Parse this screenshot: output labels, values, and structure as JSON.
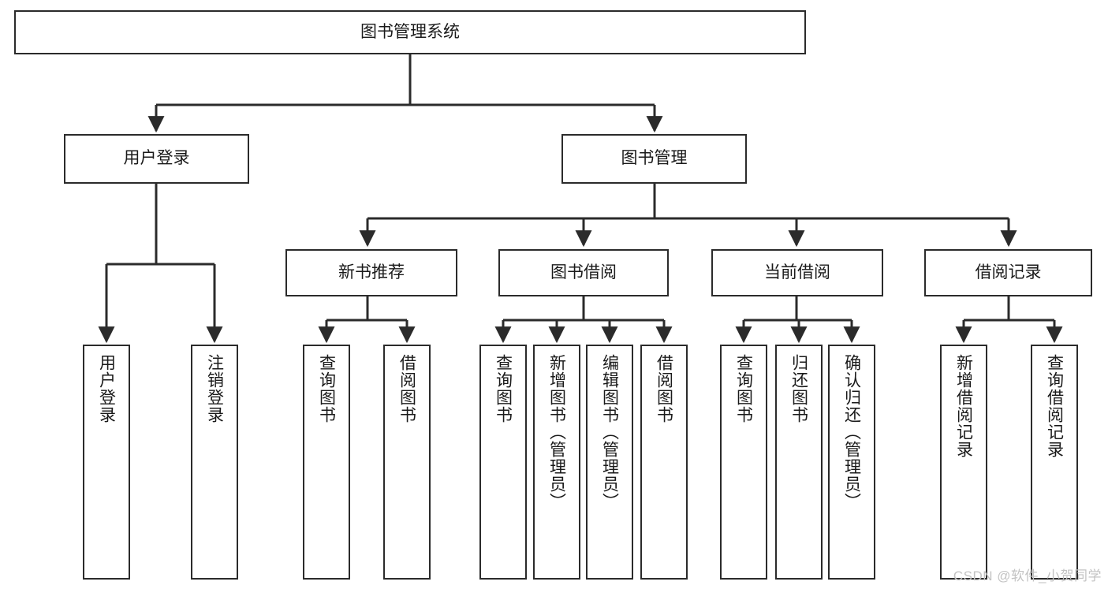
{
  "diagram": {
    "title": "图书管理系统",
    "type": "tree",
    "watermark": "CSDN @软件_小贺同学",
    "colors": {
      "stroke": "#2b2b2b",
      "fill": "#ffffff",
      "text": "#1a1a1a",
      "watermark": "#c3c3c3"
    },
    "nodes": {
      "root": {
        "label": "图书管理系统"
      },
      "level1": [
        {
          "label": "用户登录"
        },
        {
          "label": "图书管理"
        }
      ],
      "level2": [
        {
          "label": "新书推荐"
        },
        {
          "label": "图书借阅"
        },
        {
          "label": "当前借阅"
        },
        {
          "label": "借阅记录"
        }
      ],
      "leaves_user_login": [
        {
          "label": "用户登录"
        },
        {
          "label": "注销登录"
        }
      ],
      "leaves_new_book": [
        {
          "label": "查询图书"
        },
        {
          "label": "借阅图书"
        }
      ],
      "leaves_borrow": [
        {
          "label": "查询图书"
        },
        {
          "label": "新增图书（管理员）"
        },
        {
          "label": "编辑图书（管理员）"
        },
        {
          "label": "借阅图书"
        }
      ],
      "leaves_current": [
        {
          "label": "查询图书"
        },
        {
          "label": "归还图书"
        },
        {
          "label": "确认归还（管理员）"
        }
      ],
      "leaves_record": [
        {
          "label": "新增借阅记录"
        },
        {
          "label": "查询借阅记录"
        }
      ]
    }
  }
}
